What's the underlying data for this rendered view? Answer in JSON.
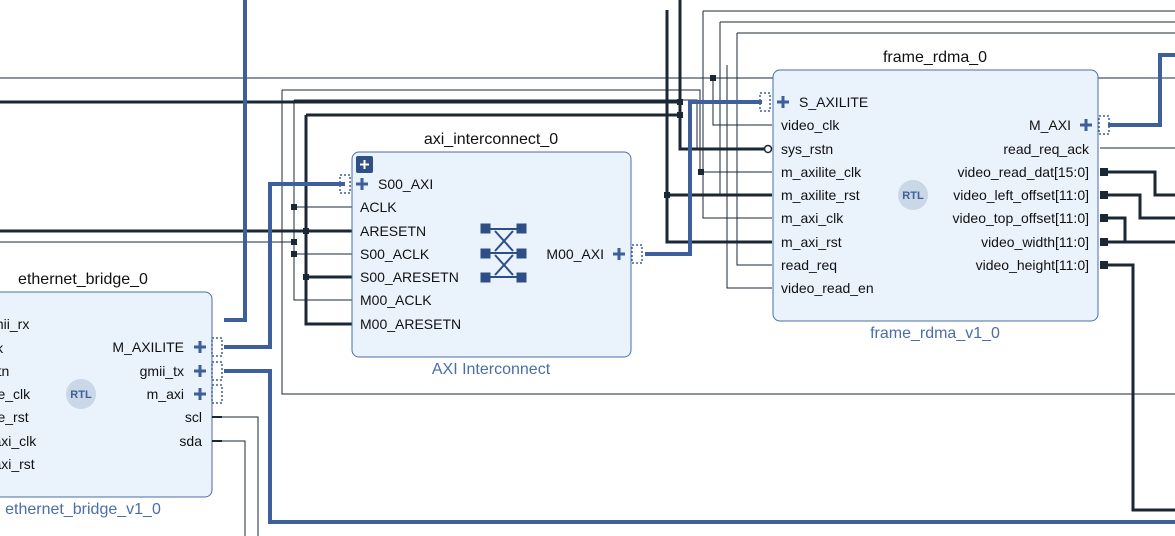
{
  "blocks": {
    "ethernet_bridge": {
      "instance": "ethernet_bridge_0",
      "type": "ethernet_bridge_v1_0",
      "left_pins": [
        "mii_rx",
        "clk",
        "rstn",
        "m_axilite_clk",
        "m_axilite_rst",
        "m_axi_clk",
        "m_axi_rst"
      ],
      "right_pins": [
        "M_AXILITE",
        "gmii_tx",
        "m_axi",
        "scl",
        "sda"
      ],
      "badge": "RTL"
    },
    "axi_interconnect": {
      "instance": "axi_interconnect_0",
      "type": "AXI Interconnect",
      "left_pins": [
        "S00_AXI",
        "ACLK",
        "ARESETN",
        "S00_ACLK",
        "S00_ARESETN",
        "M00_ACLK",
        "M00_ARESETN"
      ],
      "right_pins": [
        "M00_AXI"
      ]
    },
    "frame_rdma": {
      "instance": "frame_rdma_0",
      "type": "frame_rdma_v1_0",
      "left_pins": [
        "S_AXILITE",
        "video_clk",
        "sys_rstn",
        "m_axilite_clk",
        "m_axilite_rst",
        "m_axi_clk",
        "m_axi_rst",
        "read_req",
        "video_read_en"
      ],
      "right_pins": [
        "M_AXI",
        "read_req_ack",
        "video_read_dat[15:0]",
        "video_left_offset[11:0]",
        "video_top_offset[11:0]",
        "video_width[11:0]",
        "video_height[11:0]"
      ],
      "badge": "RTL"
    }
  },
  "colors": {
    "bus": "#3d5f9c",
    "wire": "#1b2735",
    "block_fill": "#eaf2fc",
    "block_border": "#4a6ea8",
    "type_label": "#4a6ea8"
  },
  "icons": [
    "expand-plus-icon",
    "axi-crossbar-icon",
    "rtl-badge-icon",
    "bus-interface-plus-icon"
  ]
}
